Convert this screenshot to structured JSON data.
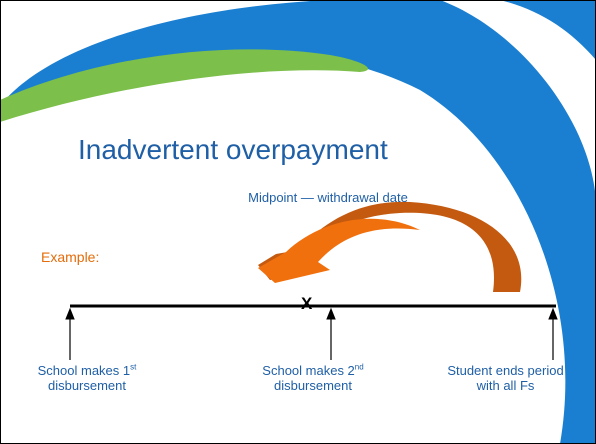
{
  "slide": {
    "title": "Inadvertent overpayment",
    "callout": "Midpoint — withdrawal date",
    "example_label": "Example:",
    "marker": "X"
  },
  "timeline_labels": {
    "first": {
      "pre": "School makes 1",
      "sup": "st",
      "post": "disbursement"
    },
    "second": {
      "pre": "School makes 2",
      "sup": "nd",
      "post": "disbursement"
    },
    "end": "Student ends period with all Fs"
  },
  "colors": {
    "title_blue": "#1f5fa6",
    "example_orange": "#e46c0a",
    "wave_blue": "#1b7fd1",
    "wave_green": "#7cbf4a",
    "arrow_orange": "#f0700e",
    "arrow_dark_orange": "#c45a10"
  },
  "icons": {
    "timeline_arrows": "up-arrow",
    "curved_arrow": "curved-left-arrow"
  }
}
